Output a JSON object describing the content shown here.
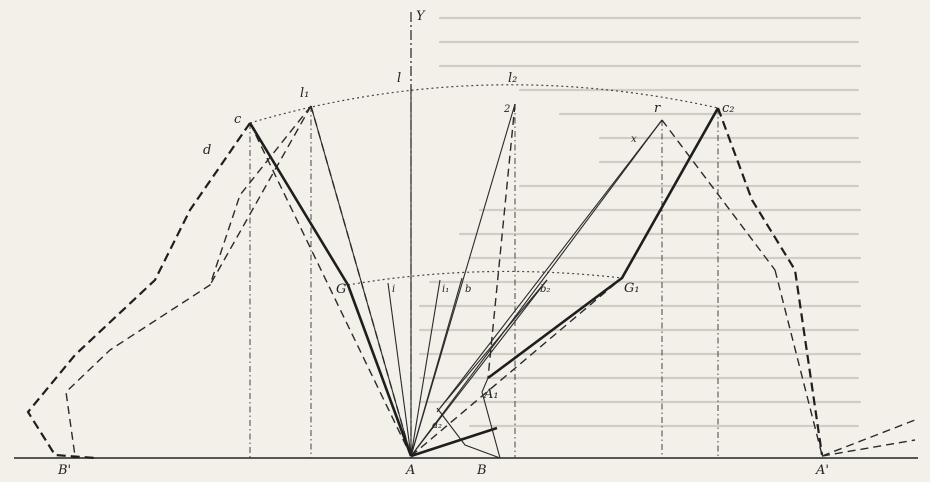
{
  "figure": {
    "labels": {
      "y_axis": "Y",
      "point_c": "c",
      "point_d": "d",
      "point_l1": "l₁",
      "point_l": "l",
      "point_l2": "l₂",
      "point_r": "r",
      "point_c2": "c₂",
      "point_2": "2",
      "point_x": "x",
      "point_g": "G",
      "point_i": "i",
      "point_i1": "i₁",
      "point_b": "b",
      "point_b2": "b₂",
      "point_g1": "G₁",
      "point_a1": "A₁",
      "point_a2": "a₂",
      "point_a": "A",
      "point_b_low": "B",
      "point_b_prime": "B'",
      "point_a_prime": "A'"
    }
  }
}
